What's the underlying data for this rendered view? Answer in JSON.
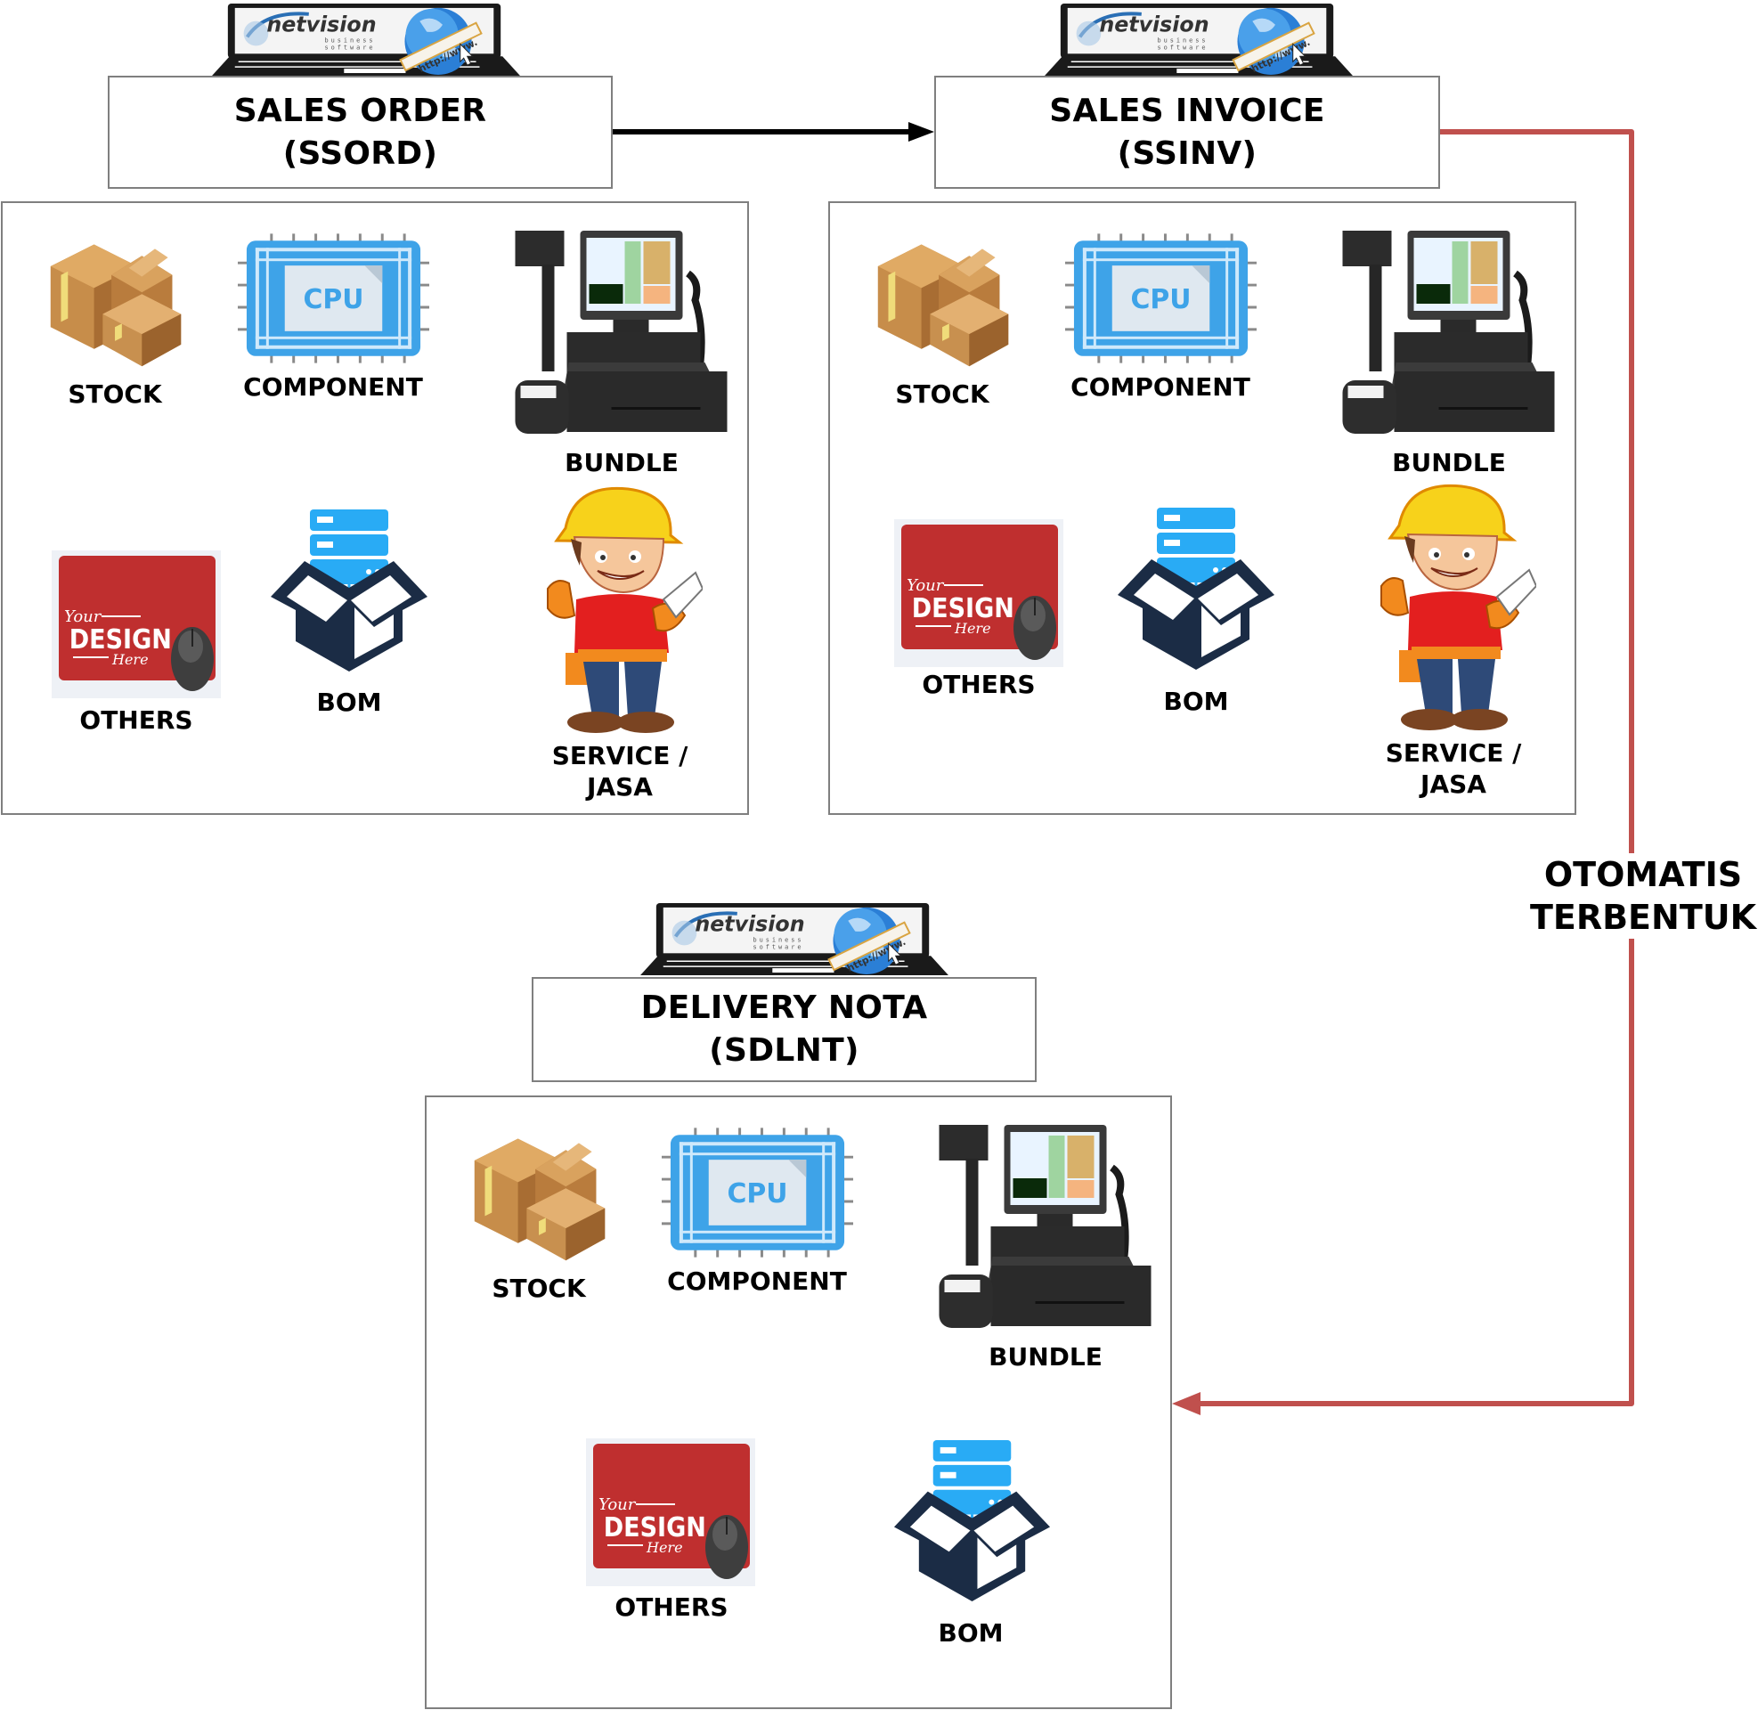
{
  "brand": {
    "logo_text": "netvision",
    "logo_sub1": "business",
    "logo_sub2": "software",
    "url_banner": "http://www."
  },
  "documents": [
    {
      "id": "sales-order",
      "title": "SALES ORDER",
      "code": "(SSORD)",
      "items": [
        "STOCK",
        "COMPONENT",
        "BUNDLE",
        "OTHERS",
        "BOM",
        "SERVICE /",
        "JASA"
      ]
    },
    {
      "id": "sales-invoice",
      "title": "SALES INVOICE",
      "code": "(SSINV)",
      "items": [
        "STOCK",
        "COMPONENT",
        "BUNDLE",
        "OTHERS",
        "BOM",
        "SERVICE /",
        "JASA"
      ]
    },
    {
      "id": "delivery-nota",
      "title": "DELIVERY NOTA",
      "code": "(SDLNT)",
      "items": [
        "STOCK",
        "COMPONENT",
        "BUNDLE",
        "OTHERS",
        "BOM"
      ]
    }
  ],
  "icons": {
    "stock": "cardboard-boxes-icon",
    "component": "cpu-chip-icon",
    "cpu_text": "CPU",
    "bundle": "pos-terminal-icon",
    "others": "mousepad-icon",
    "others_text1": "Your",
    "others_text2": "DESIGN",
    "others_text3": "Here",
    "bom": "server-box-icon",
    "service": "worker-icon"
  },
  "flows": [
    {
      "from": "sales-order",
      "to": "sales-invoice",
      "color": "#000000"
    },
    {
      "from": "sales-invoice",
      "to": "delivery-nota",
      "color": "#c0504d",
      "label_line1": "OTOMATIS",
      "label_line2": "TERBENTUK"
    }
  ],
  "colors": {
    "accent_red": "#c0504d",
    "border_gray": "#7f7f7f",
    "cpu_blue": "#3ea3e8",
    "bom_navy": "#1b2c45",
    "bom_blue": "#29abf5",
    "mousepad_red": "#bf2f2f"
  }
}
